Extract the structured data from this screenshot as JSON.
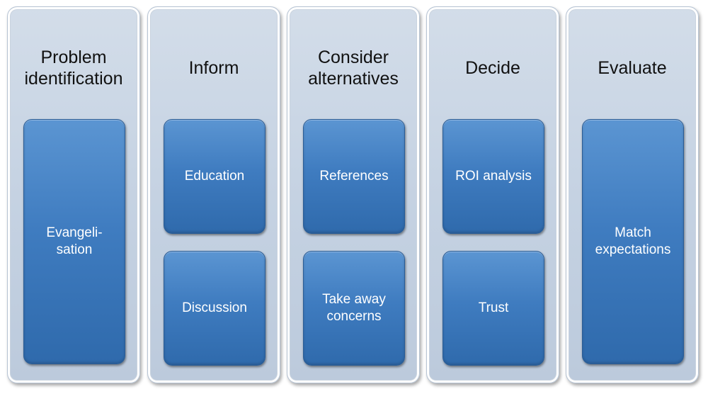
{
  "columns": [
    {
      "title": "Problem\nidentification",
      "items": [
        "Evangeli-\nsation"
      ]
    },
    {
      "title": "Inform",
      "items": [
        "Education",
        "Discussion"
      ]
    },
    {
      "title": "Consider\nalternatives",
      "items": [
        "References",
        "Take away\nconcerns"
      ]
    },
    {
      "title": "Decide",
      "items": [
        "ROI analysis",
        "Trust"
      ]
    },
    {
      "title": "Evaluate",
      "items": [
        "Match\nexpectations"
      ]
    }
  ],
  "colors": {
    "column_background": "#c6d3e3",
    "box_fill": "#3f7cc0",
    "box_text": "#ffffff",
    "title_text": "#111111"
  }
}
